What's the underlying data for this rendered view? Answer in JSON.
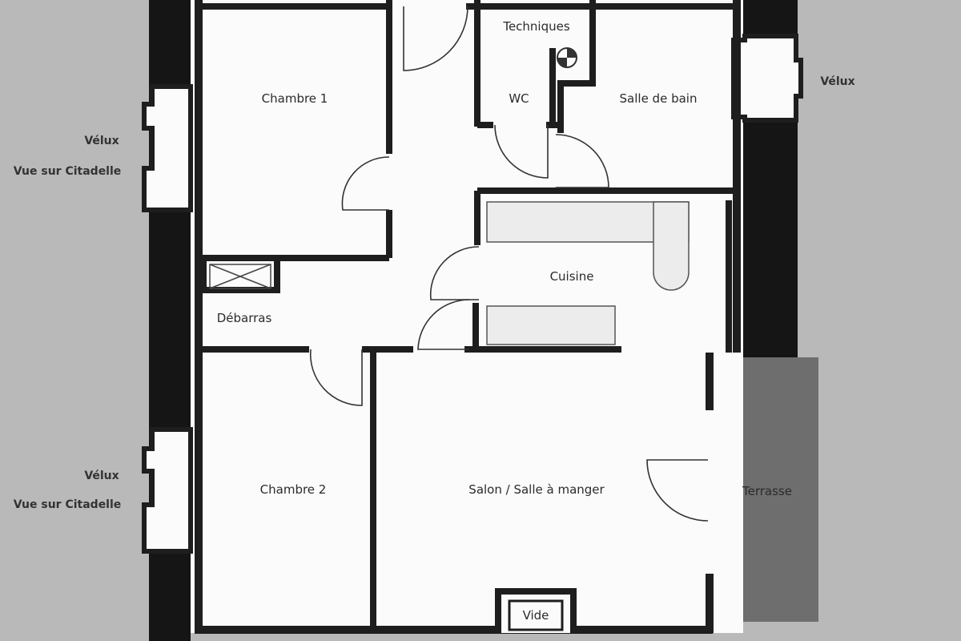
{
  "plan": {
    "rooms": {
      "chambre1": "Chambre 1",
      "chambre2": "Chambre 2",
      "techniques": "Techniques",
      "wc": "WC",
      "salle_de_bain": "Salle de bain",
      "cuisine": "Cuisine",
      "debarras": "Débarras",
      "salon": "Salon / Salle à manger",
      "terrasse": "Terrasse",
      "vide": "Vide"
    },
    "annotations": {
      "velux_right": "Vélux",
      "velux_left_top": "Vélux",
      "vue_left_top": "Vue sur Citadelle",
      "velux_left_bottom": "Vélux",
      "vue_left_bottom": "Vue sur Citadelle"
    }
  },
  "colors": {
    "background": "#b9b9b9",
    "floor": "#fbfbfb",
    "wall": "#1e1e1e",
    "roof_dark": "#151515",
    "terrace": "#6e6e6e",
    "fixture": "#ececec"
  }
}
